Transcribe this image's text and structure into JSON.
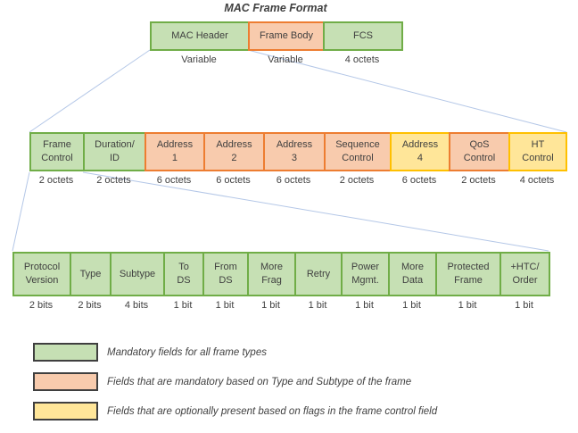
{
  "title": "MAC Frame Format",
  "colors": {
    "mandatory_green_fill": "#C6E0B4",
    "mandatory_green_border": "#70AD47",
    "type_dependent_orange_fill": "#F8CBAD",
    "type_dependent_orange_border": "#ED7D31",
    "optional_yellow_fill": "#FFE699",
    "optional_yellow_border": "#FFC000",
    "connector_line": "#B4C7E7",
    "text": "#404040"
  },
  "rows": [
    {
      "name": "mac-frame",
      "fields": [
        {
          "label": "MAC Header",
          "size": "Variable",
          "category": "mandatory"
        },
        {
          "label": "Frame Body",
          "size": "Variable",
          "category": "type-dependent"
        },
        {
          "label": "FCS",
          "size": "4 octets",
          "category": "mandatory"
        }
      ]
    },
    {
      "name": "mac-header-fields",
      "fields": [
        {
          "label": "Frame\nControl",
          "size": "2 octets",
          "category": "mandatory"
        },
        {
          "label": "Duration/\nID",
          "size": "2 octets",
          "category": "mandatory"
        },
        {
          "label": "Address\n1",
          "size": "6 octets",
          "category": "type-dependent"
        },
        {
          "label": "Address\n2",
          "size": "6 octets",
          "category": "type-dependent"
        },
        {
          "label": "Address\n3",
          "size": "6 octets",
          "category": "type-dependent"
        },
        {
          "label": "Sequence\nControl",
          "size": "2 octets",
          "category": "type-dependent"
        },
        {
          "label": "Address\n4",
          "size": "6 octets",
          "category": "optional"
        },
        {
          "label": "QoS\nControl",
          "size": "2 octets",
          "category": "type-dependent"
        },
        {
          "label": "HT\nControl",
          "size": "4 octets",
          "category": "optional"
        }
      ]
    },
    {
      "name": "frame-control-fields",
      "fields": [
        {
          "label": "Protocol\nVersion",
          "size": "2 bits",
          "category": "mandatory"
        },
        {
          "label": "Type",
          "size": "2 bits",
          "category": "mandatory"
        },
        {
          "label": "Subtype",
          "size": "4 bits",
          "category": "mandatory"
        },
        {
          "label": "To\nDS",
          "size": "1 bit",
          "category": "mandatory"
        },
        {
          "label": "From\nDS",
          "size": "1 bit",
          "category": "mandatory"
        },
        {
          "label": "More\nFrag",
          "size": "1 bit",
          "category": "mandatory"
        },
        {
          "label": "Retry",
          "size": "1 bit",
          "category": "mandatory"
        },
        {
          "label": "Power\nMgmt.",
          "size": "1 bit",
          "category": "mandatory"
        },
        {
          "label": "More\nData",
          "size": "1 bit",
          "category": "mandatory"
        },
        {
          "label": "Protected\nFrame",
          "size": "1 bit",
          "category": "mandatory"
        },
        {
          "label": "+HTC/\nOrder",
          "size": "1 bit",
          "category": "mandatory"
        }
      ]
    }
  ],
  "legend": [
    {
      "swatch": "green",
      "text": "Mandatory fields for all frame types"
    },
    {
      "swatch": "orange",
      "text": "Fields that are mandatory based on Type and Subtype of the frame"
    },
    {
      "swatch": "yellow",
      "text": "Fields that are optionally present based on flags in the frame control field"
    }
  ]
}
